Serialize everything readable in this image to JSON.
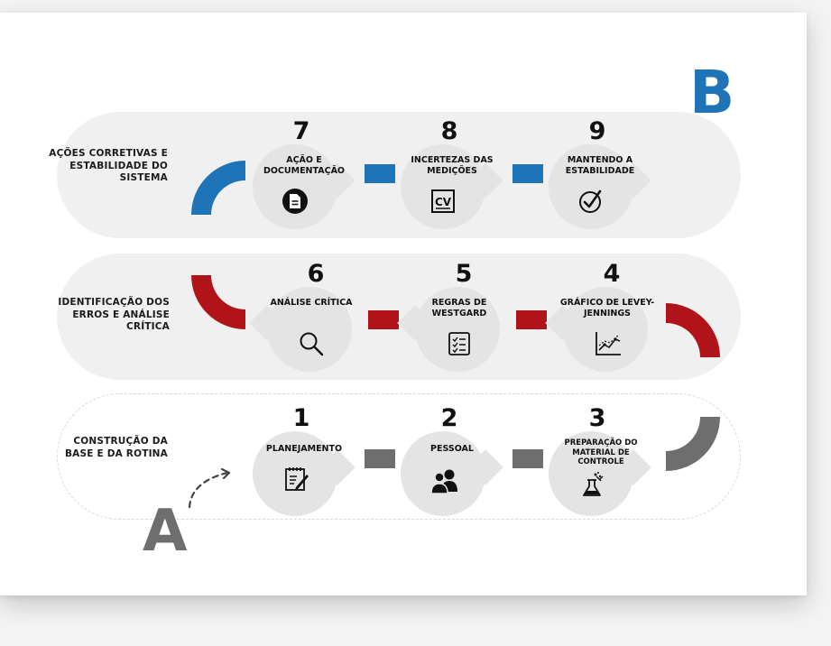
{
  "letters": {
    "start": "A",
    "end": "B"
  },
  "rows": [
    {
      "label": "AÇÕES CORRETIVAS E ESTABILIDADE DO SISTEMA",
      "color": "#1f74b8",
      "steps": [
        {
          "num": "7",
          "title": "AÇÃO E DOCUMENTAÇÃO",
          "icon": "document-icon"
        },
        {
          "num": "8",
          "title": "INCERTEZAS DAS MEDIÇÕES",
          "icon": "cv-icon"
        },
        {
          "num": "9",
          "title": "MANTENDO A ESTABILIDADE",
          "icon": "check-icon"
        }
      ]
    },
    {
      "label": "IDENTIFICAÇÃO DOS ERROS E ANÁLISE CRÍTICA",
      "color": "#b01419",
      "steps": [
        {
          "num": "6",
          "title": "ANÁLISE CRÍTICA",
          "icon": "magnifier-icon"
        },
        {
          "num": "5",
          "title": "REGRAS DE WESTGARD",
          "icon": "checklist-icon"
        },
        {
          "num": "4",
          "title": "GRÁFICO DE LEVEY-JENNINGS",
          "icon": "line-chart-icon"
        }
      ]
    },
    {
      "label": "CONSTRUÇÃO DA BASE E DA ROTINA",
      "color": "#6e6e6e",
      "steps": [
        {
          "num": "1",
          "title": "PLANEJAMENTO",
          "icon": "clipboard-pen-icon"
        },
        {
          "num": "2",
          "title": "PESSOAL",
          "icon": "people-icon"
        },
        {
          "num": "3",
          "title": "PREPARAÇÃO DO MATERIAL DE CONTROLE",
          "icon": "flask-icon"
        }
      ]
    }
  ]
}
